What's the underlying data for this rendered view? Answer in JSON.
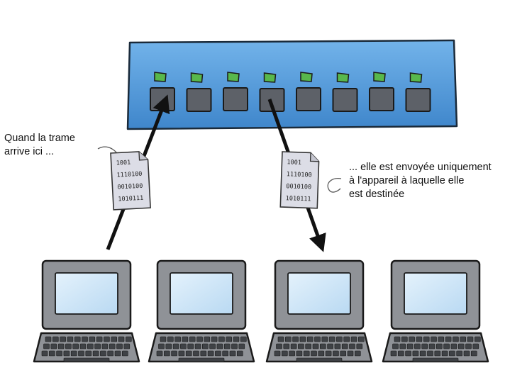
{
  "annotations": {
    "arrival_lines": [
      "Quand la trame",
      "arrive ici ..."
    ],
    "delivery_lines": [
      "... elle est envoyée uniquement",
      "à l'appareil à laquelle elle",
      "est destinée"
    ]
  },
  "frame_bits": {
    "left": [
      "1001",
      "1110100",
      "0010100",
      "1010111"
    ],
    "right": [
      "1001",
      "1110100",
      "0010100",
      "1010111"
    ]
  },
  "switch": {
    "port_count": 8,
    "active_in_port": 1,
    "active_out_port": 4
  },
  "computers": {
    "count": 4
  },
  "colors": {
    "switch_body": "#4a8fd0",
    "switch_highlight": "#6fb0e6",
    "port": "#5d6168",
    "port_led": "#58b84c",
    "laptop_body": "#8f9297",
    "laptop_screen": "#cfe6f8",
    "arrow": "#111111",
    "frame_paper": "#dcdde6"
  }
}
